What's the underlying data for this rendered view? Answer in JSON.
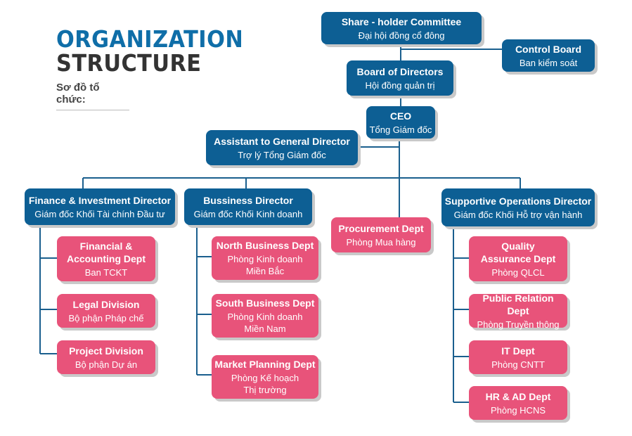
{
  "title": {
    "line1": "ORGANIZATION",
    "line2": "STRUCTURE",
    "subtitle": "Sơ đồ tổ chức:"
  },
  "colors": {
    "board_blue": "#0d5f94",
    "dept_pink": "#e8537a",
    "title_blue": "#0f6ea8",
    "connector": "#1a5f8e"
  },
  "nodes": {
    "shareholder": {
      "en": "Share - holder Committee",
      "vi": "Đại hội đồng cổ đông"
    },
    "control_board": {
      "en": "Control Board",
      "vi": "Ban kiểm soát"
    },
    "board_directors": {
      "en": "Board of Directors",
      "vi": "Hội đồng quản trị"
    },
    "ceo": {
      "en": "CEO",
      "vi": "Tổng Giám đốc"
    },
    "assistant": {
      "en": "Assistant to General Director",
      "vi": "Trợ lý Tổng Giám đốc"
    },
    "finance_director": {
      "en": "Finance & Investment Director",
      "vi": "Giám đốc Khối Tài chính Đầu tư"
    },
    "business_director": {
      "en": "Bussiness Director",
      "vi": "Giám đốc Khối Kinh doanh"
    },
    "procurement": {
      "en": "Procurement Dept",
      "vi": "Phòng Mua hàng"
    },
    "support_director": {
      "en": "Supportive Operations Director",
      "vi": "Giám đốc Khối Hỗ trợ vận hành"
    },
    "financial_accounting": {
      "en": "Financial & Accounting Dept",
      "vi": "Ban TCKT"
    },
    "legal": {
      "en": "Legal Division",
      "vi": "Bộ phận Pháp chế"
    },
    "project": {
      "en": "Project Division",
      "vi": "Bộ phận Dự án"
    },
    "north_business": {
      "en": "North Business Dept",
      "vi": "Phòng Kinh doanh Miền Bắc"
    },
    "south_business": {
      "en": "South Business Dept",
      "vi": "Phòng Kinh doanh Miền Nam"
    },
    "market_planning": {
      "en": "Market Planning Dept",
      "vi": "Phòng Kế hoạch Thị trường"
    },
    "quality": {
      "en": "Quality Assurance Dept",
      "vi": "Phòng QLCL"
    },
    "public_relation": {
      "en": "Public Relation Dept",
      "vi": "Phòng Truyền thông"
    },
    "it": {
      "en": "IT Dept",
      "vi": "Phòng CNTT"
    },
    "hr": {
      "en": "HR & AD Dept",
      "vi": "Phòng HCNS"
    }
  }
}
